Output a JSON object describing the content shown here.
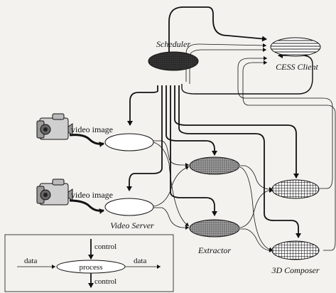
{
  "labels": {
    "scheduler": "Scheduler",
    "cess_client": "CESS Client",
    "video_image_1": "video image",
    "video_image_2": "video image",
    "video_server": "Video Server",
    "extractor": "Extractor",
    "composer": "3D Composer"
  },
  "legend": {
    "control_in": "control",
    "data_in": "data",
    "process": "process",
    "data_out": "data",
    "control_out": "control"
  }
}
